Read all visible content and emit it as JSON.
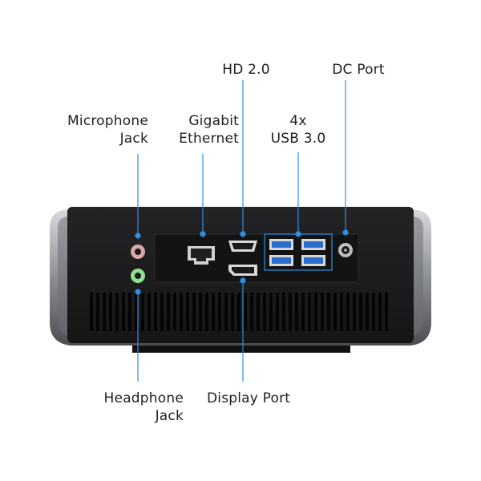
{
  "labels": {
    "hd": "HD 2.0",
    "dc_port": "DC Port",
    "microphone": [
      "Microphone",
      "Jack"
    ],
    "ethernet": [
      "Gigabit",
      "Ethernet"
    ],
    "usb": [
      "4x",
      "USB 3.0"
    ],
    "headphone": [
      "Headphone",
      "Jack"
    ],
    "display_port": "Display Port"
  },
  "colors": {
    "accent": "#2f8fe3",
    "body": "#1c1c1e",
    "frame": "#8a8d92",
    "port_panel": "#141414",
    "usb_blue": "#2a6fd0",
    "text": "#1f1f1f"
  }
}
